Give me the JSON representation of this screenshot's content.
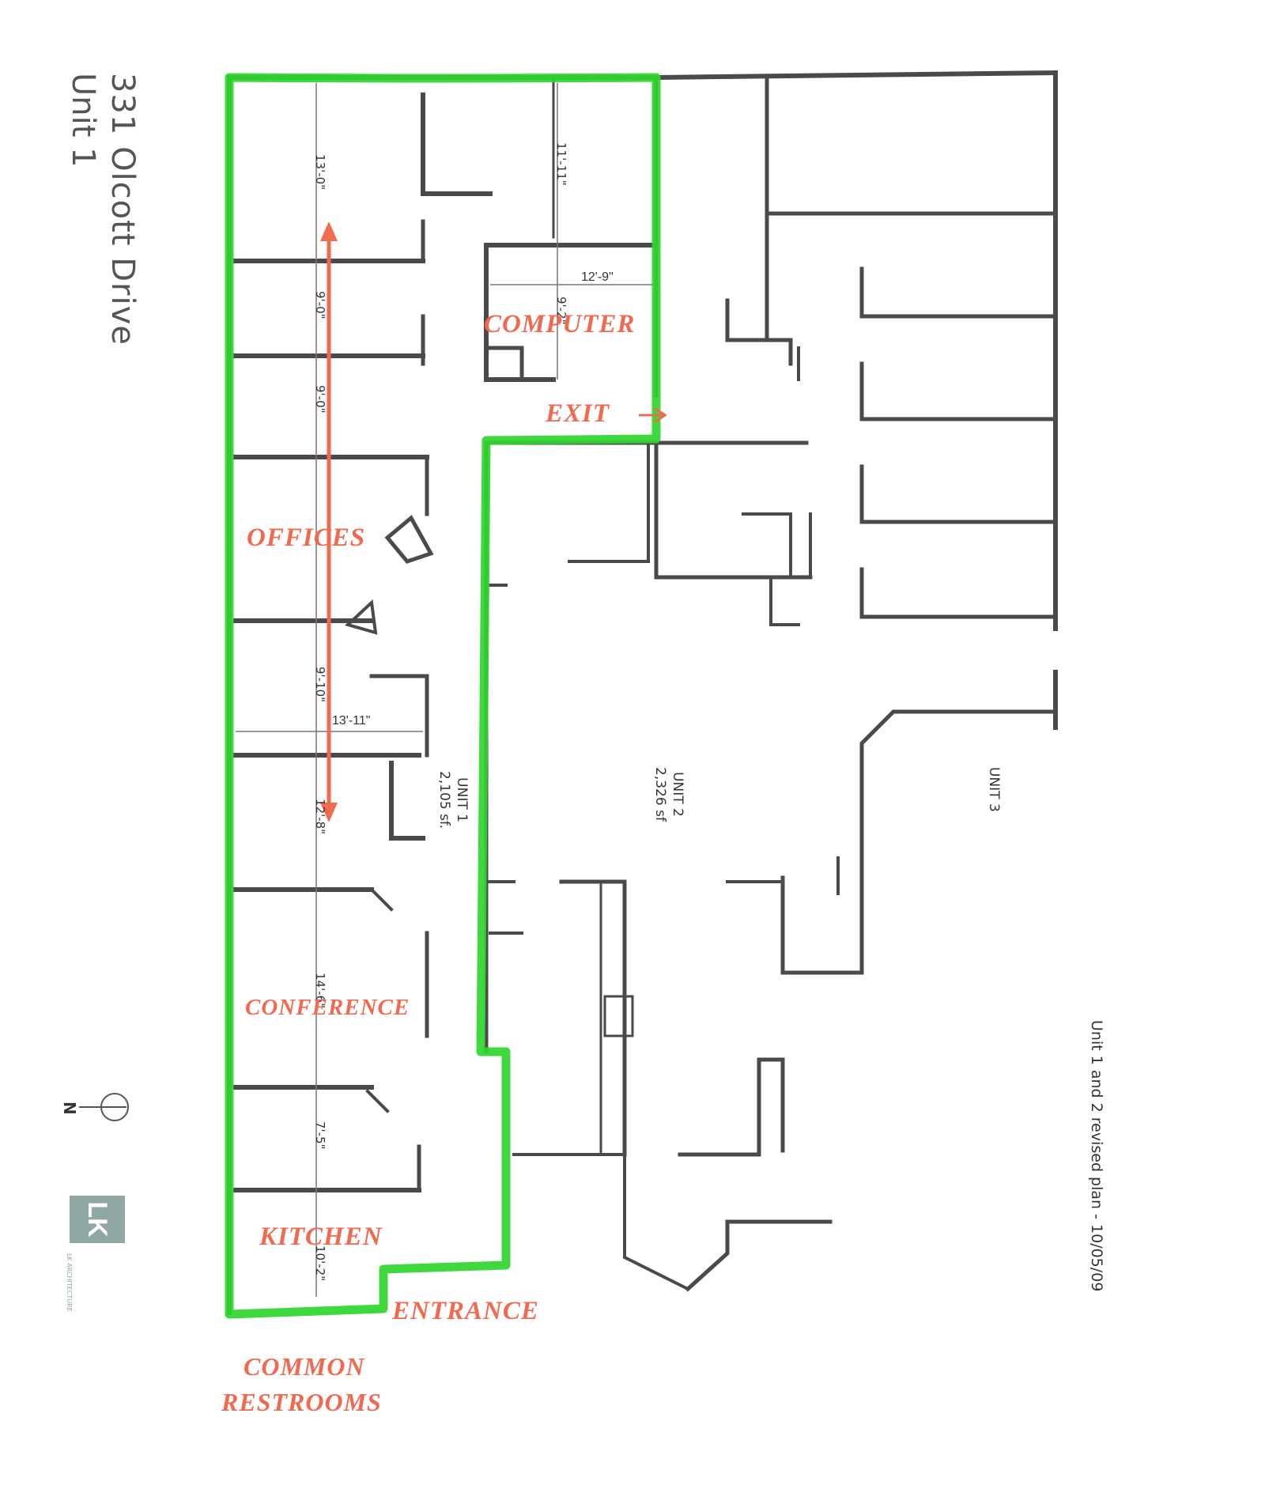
{
  "header": {
    "address": "331 Olcott Drive",
    "unit": "Unit 1"
  },
  "footer_note": "Unit 1 and 2 revised plan - 10/05/09",
  "compass": {
    "letter": "N"
  },
  "logo": {
    "letters": "LK",
    "tagline": "LK ARCHITECTURE"
  },
  "labels": {
    "computer": "COMPUTER",
    "exit": "EXIT",
    "exit_arrow": "→",
    "offices": "OFFICES",
    "conference": "CONFERENCE",
    "kitchen": "KITCHEN",
    "entrance": "ENTRANCE",
    "common_restrooms_1": "COMMON",
    "common_restrooms_2": "RESTROOMS"
  },
  "units": {
    "unit1": {
      "name": "UNIT 1",
      "area": "2,105 sf."
    },
    "unit2": {
      "name": "UNIT 2",
      "area": "2,326 sf"
    },
    "unit3": {
      "name": "UNIT 3"
    }
  },
  "dimensions": {
    "d1": "13'-0\"",
    "d2": "11'-11\"",
    "d3": "12'-9\"",
    "d4": "9'-2\"",
    "d5": "9'-0\"",
    "d6": "9'-0\"",
    "d7": "9'-10\"",
    "d8": "13'-11\"",
    "d9": "12'-8\"",
    "d10": "14'-6\"",
    "d11": "7'-5\"",
    "d12": "10'-2\""
  },
  "colors": {
    "highlight": "#2fd62f",
    "annotation": "#ef6a4f",
    "wall": "#4a4a4a"
  }
}
